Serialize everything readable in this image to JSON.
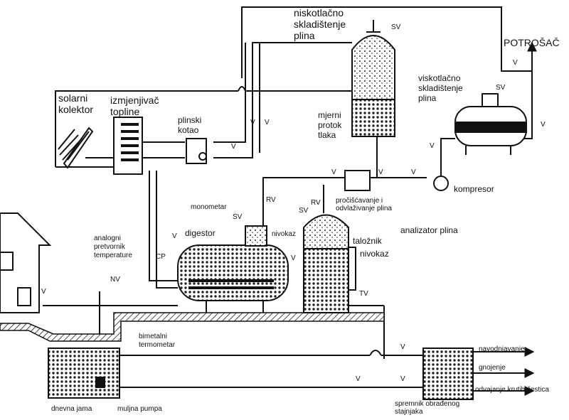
{
  "labels": {
    "niskotlacno": "niskotlačno\nskladištenje\nplina",
    "potrosac": "POTROŠAČ",
    "viskotlacno": "viskotlačno\nskladištenje\nplina",
    "solarni": "solarni\nkolektor",
    "izmjenjivac": "izmjenjivač\ntopline",
    "plinski": "plinski\nkotao",
    "mjerni": "mjerni\nprotok\ntlaka",
    "kompresor": "kompresor",
    "prociscavanje": "pročišćavanje i\nodvlaživanje plina",
    "analizator": "analizator plina",
    "monometar": "monometar",
    "digestor": "digestor",
    "nivokaz1": "nivokaz",
    "nivokaz2": "nivokaz",
    "talożnik": "taložnik",
    "analogni": "analogni\npretvornik\ntemperature",
    "bimetalni": "bimetalni\ntermometar",
    "navodnjavanje": "navodnjavanje",
    "gnojenje": "gnojenje",
    "odvajanje": "odvajanje krutih čestica",
    "spremnik": "spremnik obrađenog\nstajnjaka",
    "dnevna": "dnevna jama",
    "muljna": "muljna pumpa"
  },
  "tags": {
    "sv": "SV",
    "v": "V",
    "rv": "RV",
    "cp": "CP",
    "nv": "NV",
    "tv": "TV"
  }
}
